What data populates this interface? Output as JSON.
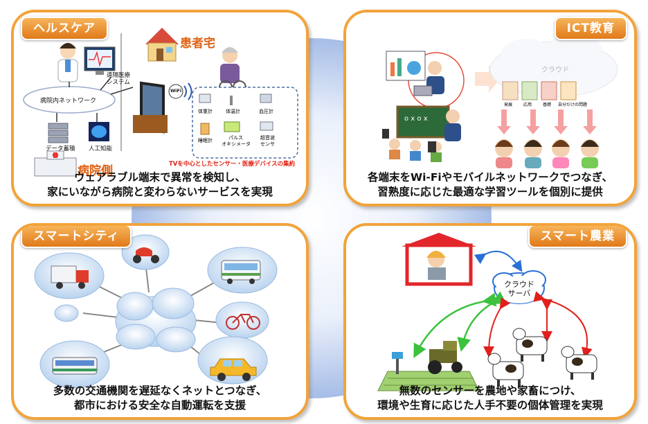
{
  "healthcare": {
    "tag": "ヘルスケア",
    "home_label": "患者宅",
    "hospital_label": "病院側",
    "remote_system": [
      "遠隔医療",
      "システム"
    ],
    "network": "病院内ネットワーク",
    "data_storage": "データ蓄積",
    "ai": "人工知能",
    "devices_title": "TVを中心としたセンサー・医療デバイスの集約",
    "devices": [
      "体重計",
      "体温計",
      "血圧計",
      "睡眠計",
      "パルス",
      "オキシメータ",
      "超音波",
      "センサ"
    ],
    "wifi": "WiFi",
    "caption": [
      "ウェアラブル端末で異常を検知し、",
      "家にいながら病院と変わらないサービスを実現"
    ]
  },
  "ict": {
    "tag": "ICT教育",
    "cloud_label": "クラウド",
    "card_labels": [
      "発展",
      "応用",
      "基礎",
      "自分だけの問題"
    ],
    "caption": [
      "各端末をWi-Fiやモバイルネットワークでつなぎ、",
      "習熟度に応じた最適な学習ツールを個別に提供"
    ]
  },
  "city": {
    "tag": "スマートシティ",
    "caption": [
      "多数の交通機関を遅延なくネットとつなぎ、",
      "都市における安全な自動運転を支援"
    ]
  },
  "agri": {
    "tag": "スマート農業",
    "cloud_label": [
      "クラウド",
      "サーバ"
    ],
    "caption": [
      "無数のセンサーを農地や家畜につけ、",
      "環境や生育に応じた人手不要の個体管理を実現"
    ]
  },
  "colors": {
    "panel_border": "#f2a33a",
    "tag": "#e88a2a",
    "red_arrow": "#e0201c",
    "green_arrow": "#3cc23c",
    "blue_arrow": "#2a6fd6"
  }
}
